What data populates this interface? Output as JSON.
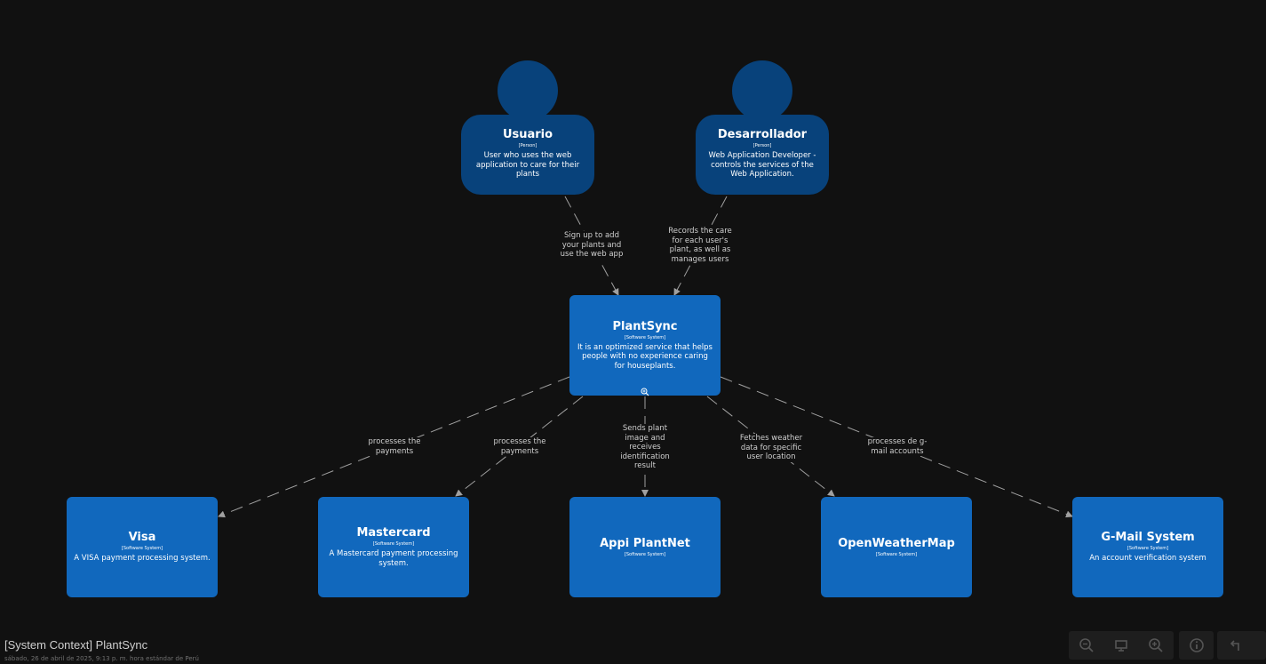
{
  "diagram": {
    "title": "[System Context] PlantSync",
    "date": "sábado, 26 de abril de 2025, 9:13 p. m. hora estándar de Perú"
  },
  "persons": {
    "usuario": {
      "name": "Usuario",
      "tag": "[Person]",
      "desc": "User who uses the web application to care for their plants"
    },
    "desarrollador": {
      "name": "Desarrollador",
      "tag": "[Person]",
      "desc": "Web Application Developer - controls the services of the Web Application."
    }
  },
  "systems": {
    "plantsync": {
      "name": "PlantSync",
      "tag": "[Software System]",
      "desc": "It is an optimized service that helps people with no experience caring for houseplants."
    },
    "visa": {
      "name": "Visa",
      "tag": "[Software System]",
      "desc": "A VISA payment processing system."
    },
    "mastercard": {
      "name": "Mastercard",
      "tag": "[Software System]",
      "desc": "A Mastercard payment processing system."
    },
    "plantnet": {
      "name": "Appi PlantNet",
      "tag": "[Software System]"
    },
    "openweather": {
      "name": "OpenWeatherMap",
      "tag": "[Software System]"
    },
    "gmail": {
      "name": "G-Mail System",
      "tag": "[Software System]",
      "desc": "An account verification system"
    }
  },
  "relationships": {
    "usuario_plantsync": "Sign up to add your plants and use the web app",
    "dev_plantsync": "Records the care for each user's plant, as well as manages users",
    "plantsync_visa": "processes the payments",
    "plantsync_mastercard": "processes the payments",
    "plantsync_plantnet": "Sends plant image and receives identification result",
    "plantsync_openweather": "Fetches weather data for specific user location",
    "plantsync_gmail": "processes de g-mail accounts"
  },
  "icons": {
    "zoom_icon": "magnifier-icon",
    "toolbar": [
      "zoom-out-icon",
      "fit-icon",
      "zoom-in-icon",
      "info-icon",
      "back-icon"
    ]
  },
  "colors": {
    "background": "#111111",
    "person": "#08427b",
    "system": "#1168bd",
    "line": "#a0a0a0"
  }
}
